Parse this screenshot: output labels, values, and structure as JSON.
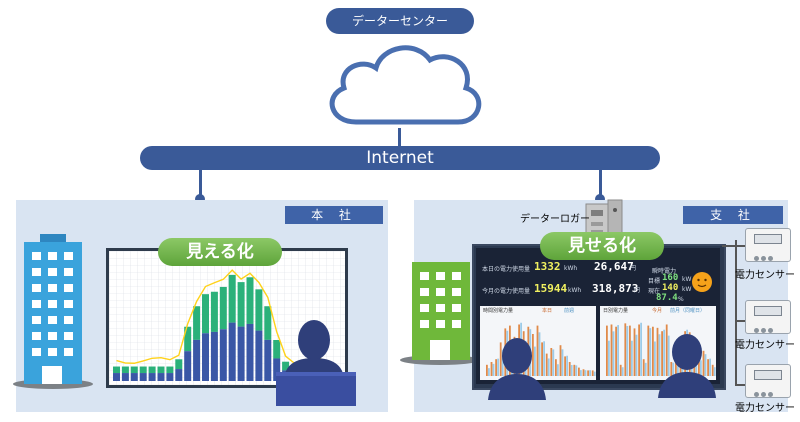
{
  "datacenter_label": "データーセンター",
  "internet_label": "Internet",
  "hq": {
    "tag": "本 社",
    "badge": "見える化"
  },
  "branch": {
    "tag": "支 社",
    "badge": "見せる化",
    "logger_label": "データーロガー",
    "sensor_label": "電力センサー",
    "dashboard": {
      "today_label": "本日の電力使用量",
      "today_kwh": "1332",
      "today_yen": "26,647",
      "month_label": "今月の電力使用量",
      "month_kwh": "15944",
      "month_yen": "318,873",
      "unit_kwh": "kWh",
      "unit_yen": "円",
      "instant_label": "瞬時電力",
      "target_label": "目標",
      "target_value": "160",
      "current_label": "現在",
      "current_value": "140",
      "unit_kw": "kW",
      "percent_value": "87.4",
      "unit_percent": "%",
      "chart_left_title": "時間別電力量",
      "chart_right_title": "日別電力量",
      "legend_left_a": "本日",
      "legend_left_b": "前週",
      "legend_right_a": "今月",
      "legend_right_b": "前月（同曜日）"
    }
  },
  "colors": {
    "pill_blue": "#3a5a98",
    "panel_bg": "#d9e4f2",
    "bar_green": "#2bb17a",
    "bar_blue": "#3a57a6",
    "highlight_yellow": "#ffd21a",
    "badge_green": "#6aaf44",
    "building_blue": "#3aa3dc",
    "building_green": "#6fb83a",
    "bar_orange": "#e08a4a",
    "bar_light_blue": "#9ccbe8"
  },
  "icons": [
    "cloud-icon",
    "office-building-icon",
    "person-icon",
    "data-logger-icon",
    "power-sensor-icon",
    "sun-face-icon"
  ]
}
